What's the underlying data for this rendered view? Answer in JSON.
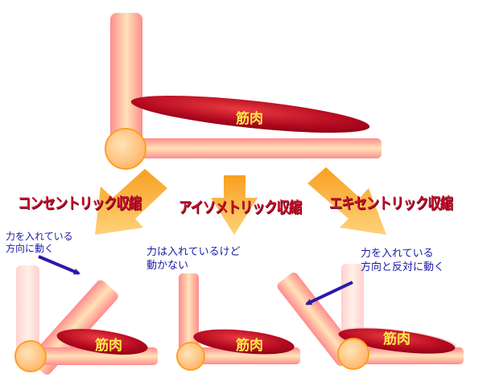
{
  "top": {
    "muscle_label": "筋肉"
  },
  "types": [
    {
      "heading": "コンセントリック収縮",
      "note_line1": "力を入れている",
      "note_line2": "方向に動く",
      "muscle_label": "筋肉"
    },
    {
      "heading": "アイソメトリック収縮",
      "note_line1": "力は入れているけど",
      "note_line2": "動かない",
      "muscle_label": "筋肉"
    },
    {
      "heading": "エキセントリック収縮",
      "note_line1": "力を入れている",
      "note_line2": "方向と反対に動く",
      "muscle_label": "筋肉"
    }
  ],
  "colors": {
    "bone_center": "#ffd7a8",
    "bone_edge": "#ff7f7f",
    "joint_fill": "#ffc47a",
    "joint_stroke": "#ff9e1f",
    "muscle_dark": "#a80018",
    "muscle_light": "#e0303a",
    "muscle_text": "#ffe94a",
    "arrow_orange": "#f59a1c",
    "heading_red": "#c8102e",
    "note_blue": "#1a1aa8"
  }
}
